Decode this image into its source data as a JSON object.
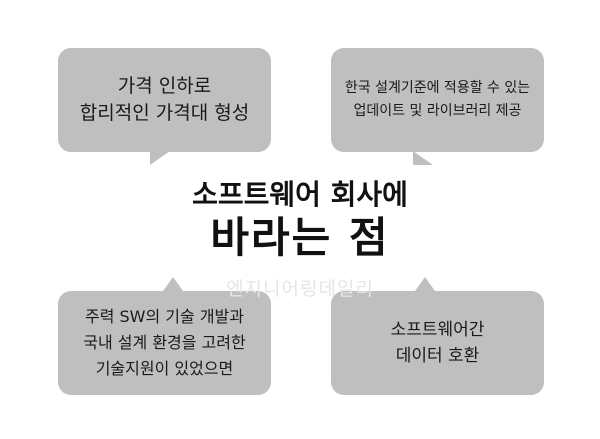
{
  "diagram": {
    "center": {
      "line1": "소프트웨어 회사에",
      "line2": "바라는 점"
    },
    "watermark": "엔지니어링데일리",
    "bubbles": [
      {
        "lines": [
          "가격 인하로",
          "합리적인 가격대 형성"
        ]
      },
      {
        "lines": [
          "한국 설계기준에 적용할 수 있는",
          "업데이트 및 라이브러리 제공"
        ]
      },
      {
        "lines": [
          "주력 SW의 기술 개발과",
          "국내 설계 환경을 고려한",
          "기술지원이 있었으면"
        ]
      },
      {
        "lines": [
          "소프트웨어간",
          "데이터 호환"
        ]
      }
    ],
    "colors": {
      "bubble": "#bfbfbf",
      "text": "#111111",
      "background": "#ffffff"
    }
  }
}
